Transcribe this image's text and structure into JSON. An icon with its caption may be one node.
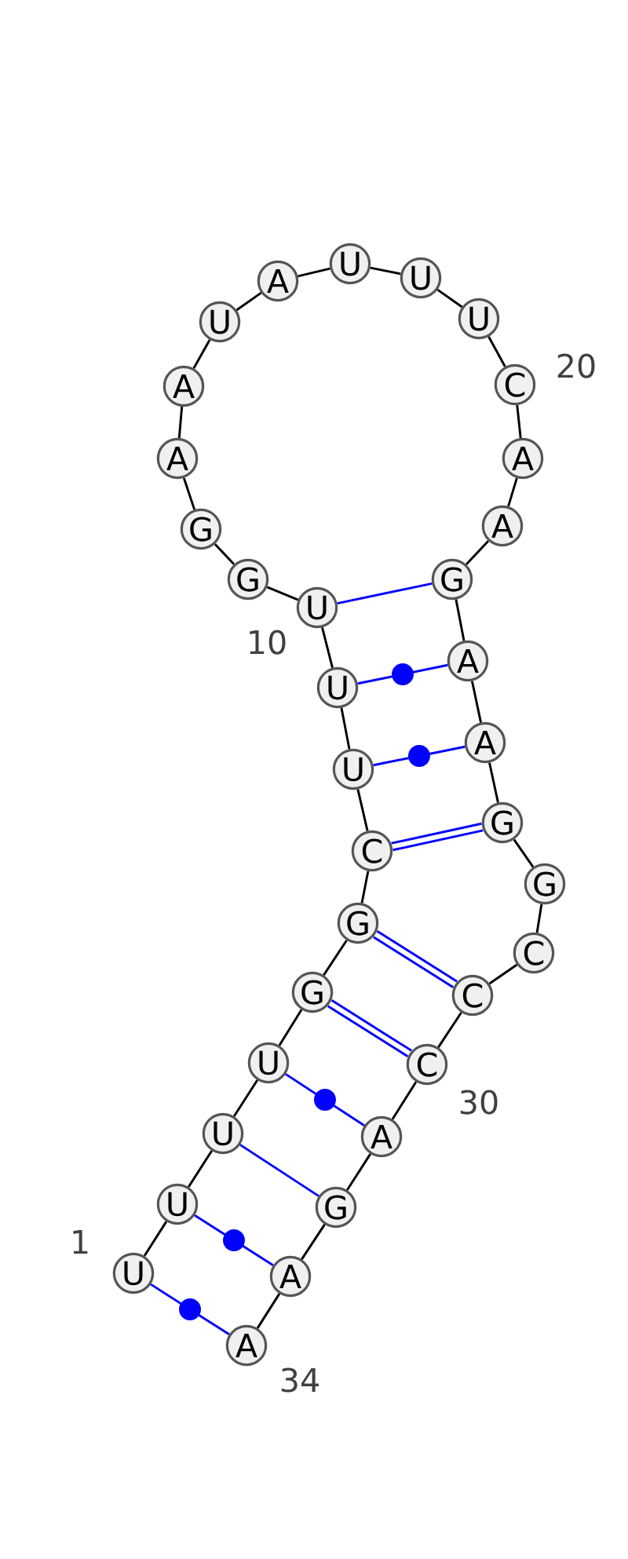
{
  "diagram": {
    "nodes": [
      {
        "text": [
          "U"
        ],
        "beside": [
          "1"
        ]
      },
      {
        "text": [
          "U"
        ]
      },
      {
        "text": [
          "U"
        ]
      },
      {
        "text": [
          "U"
        ]
      },
      {
        "text": [
          "G"
        ]
      },
      {
        "text": [
          "G"
        ]
      },
      {
        "text": [
          "C"
        ]
      },
      {
        "text": [
          "U"
        ]
      },
      {
        "text": [
          "U"
        ]
      },
      {
        "text": [
          "U"
        ],
        "beside": [
          "10"
        ]
      },
      {
        "text": [
          "G"
        ]
      },
      {
        "text": [
          "G"
        ]
      },
      {
        "text": [
          "A"
        ]
      },
      {
        "text": [
          "A"
        ]
      },
      {
        "text": [
          "U"
        ]
      },
      {
        "text": [
          "A"
        ]
      },
      {
        "text": [
          "U"
        ]
      },
      {
        "text": [
          "U"
        ]
      },
      {
        "text": [
          "U"
        ]
      },
      {
        "text": [
          "C"
        ],
        "beside": [
          "20"
        ]
      },
      {
        "text": [
          "A"
        ]
      },
      {
        "text": [
          "A"
        ]
      },
      {
        "text": [
          "G"
        ]
      },
      {
        "text": [
          "A"
        ]
      },
      {
        "text": [
          "A"
        ]
      },
      {
        "text": [
          "G"
        ]
      },
      {
        "text": [
          "G"
        ]
      },
      {
        "text": [
          "C"
        ]
      },
      {
        "text": [
          "C"
        ]
      },
      {
        "text": [
          "C"
        ],
        "beside": [
          "30"
        ]
      },
      {
        "text": [
          "A"
        ]
      },
      {
        "text": [
          "G"
        ]
      },
      {
        "text": [
          "A"
        ]
      },
      {
        "text": [
          "A"
        ],
        "beside": [
          "34"
        ]
      }
    ],
    "edges": [
      {
        "from": 0,
        "to": 1,
        "arrow": "none"
      },
      {
        "from": 1,
        "to": 2,
        "arrow": "none"
      },
      {
        "from": 2,
        "to": 3,
        "arrow": "none"
      },
      {
        "from": 3,
        "to": 4,
        "arrow": "none"
      },
      {
        "from": 4,
        "to": 5,
        "arrow": "none"
      },
      {
        "from": 5,
        "to": 6,
        "arrow": "none"
      },
      {
        "from": 6,
        "to": 7,
        "arrow": "none"
      },
      {
        "from": 7,
        "to": 8,
        "arrow": "none"
      },
      {
        "from": 8,
        "to": 9,
        "arrow": "none"
      },
      {
        "from": 9,
        "to": 10,
        "arrow": "none"
      },
      {
        "from": 10,
        "to": 11,
        "arrow": "none"
      },
      {
        "from": 11,
        "to": 12,
        "arrow": "none"
      },
      {
        "from": 12,
        "to": 13,
        "arrow": "none"
      },
      {
        "from": 13,
        "to": 14,
        "arrow": "none"
      },
      {
        "from": 14,
        "to": 15,
        "arrow": "none"
      },
      {
        "from": 15,
        "to": 16,
        "arrow": "none"
      },
      {
        "from": 16,
        "to": 17,
        "arrow": "none"
      },
      {
        "from": 17,
        "to": 18,
        "arrow": "none"
      },
      {
        "from": 18,
        "to": 19,
        "arrow": "none"
      },
      {
        "from": 19,
        "to": 20,
        "arrow": "none"
      },
      {
        "from": 20,
        "to": 21,
        "arrow": "none"
      },
      {
        "from": 21,
        "to": 22,
        "arrow": "none"
      },
      {
        "from": 22,
        "to": 23,
        "arrow": "none"
      },
      {
        "from": 23,
        "to": 24,
        "arrow": "none"
      },
      {
        "from": 24,
        "to": 25,
        "arrow": "none"
      },
      {
        "from": 25,
        "to": 26,
        "arrow": "none"
      },
      {
        "from": 26,
        "to": 27,
        "arrow": "none"
      },
      {
        "from": 27,
        "to": 28,
        "arrow": "none"
      },
      {
        "from": 28,
        "to": 29,
        "arrow": "none"
      },
      {
        "from": 29,
        "to": 30,
        "arrow": "none"
      },
      {
        "from": 30,
        "to": 31,
        "arrow": "none"
      },
      {
        "from": 31,
        "to": 32,
        "arrow": "none"
      },
      {
        "from": 32,
        "to": 33,
        "arrow": "none"
      },
      {
        "from": 0,
        "to": 33,
        "arrow": "none",
        "color": "#0000ff"
      },
      {
        "from": 1,
        "to": 32,
        "arrow": "none",
        "color": "#0000ff"
      },
      {
        "from": 2,
        "to": 31,
        "arrow": "none",
        "color": "#0000ff"
      },
      {
        "from": 3,
        "to": 30,
        "arrow": "none",
        "color": "#0000ff"
      },
      {
        "from": 4,
        "to": 29,
        "arrow": "none",
        "style": "thick",
        "color": "#0000ff"
      },
      {
        "from": 5,
        "to": 28,
        "arrow": "none",
        "style": "thick",
        "color": "#0000ff"
      },
      {
        "from": 6,
        "to": 25,
        "arrow": "none",
        "style": "thick",
        "color": "#0000ff"
      },
      {
        "from": 7,
        "to": 24,
        "arrow": "none",
        "color": "#0000ff"
      },
      {
        "from": 8,
        "to": 23,
        "arrow": "none",
        "color": "#0000ff"
      },
      {
        "from": 9,
        "to": 22,
        "arrow": "none",
        "color": "#0000ff"
      }
    ]
  }
}
